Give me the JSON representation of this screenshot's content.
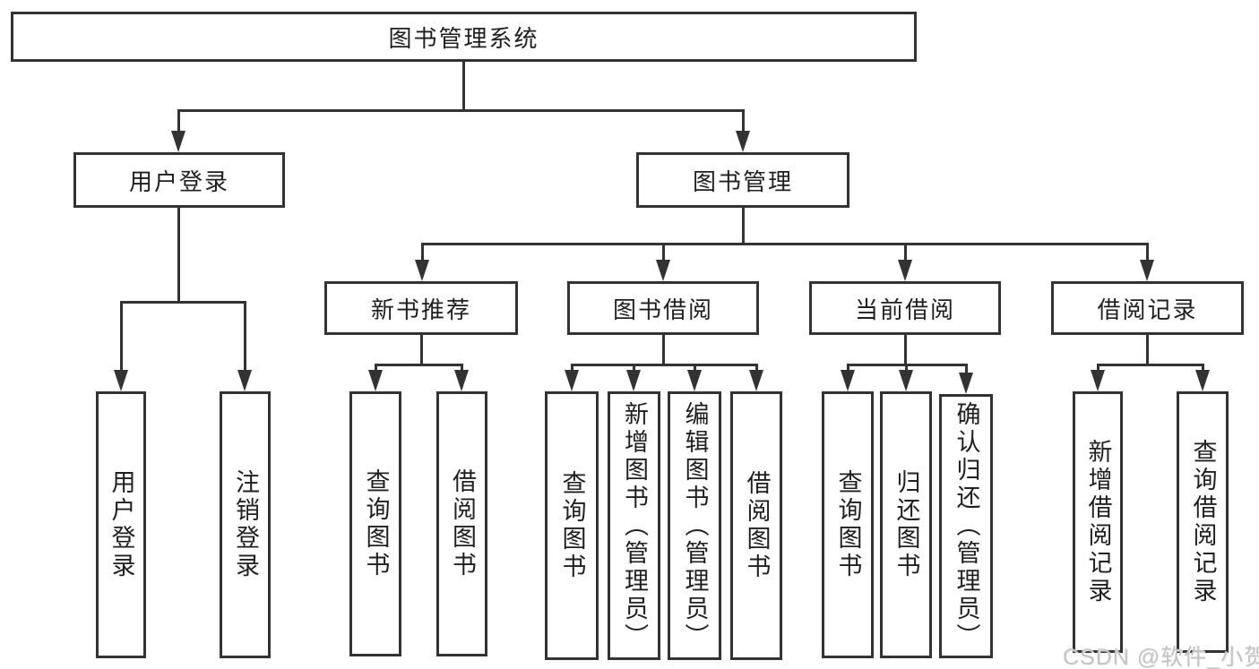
{
  "diagram": {
    "title": "图书管理系统",
    "root": {
      "label": "图书管理系统"
    },
    "level2": {
      "user_login": {
        "label": "用户登录"
      },
      "book_mgmt": {
        "label": "图书管理"
      }
    },
    "level3": {
      "new_book": {
        "label": "新书推荐"
      },
      "book_borrow": {
        "label": "图书借阅"
      },
      "current_borrow": {
        "label": "当前借阅"
      },
      "borrow_record": {
        "label": "借阅记录"
      }
    },
    "level4": {
      "user_login_1": {
        "label": "用户登录"
      },
      "user_login_2": {
        "label": "注销登录"
      },
      "new_book_1": {
        "label": "查询图书"
      },
      "new_book_2": {
        "label": "借阅图书"
      },
      "book_borrow_1": {
        "label": "查询图书"
      },
      "book_borrow_2": {
        "label": "新增图书（管理员）"
      },
      "book_borrow_3": {
        "label": "编辑图书（管理员）"
      },
      "book_borrow_4": {
        "label": "借阅图书"
      },
      "current_borrow_1": {
        "label": "查询图书"
      },
      "current_borrow_2": {
        "label": "归还图书"
      },
      "current_borrow_3": {
        "label": "确认归还（管理员）"
      },
      "borrow_record_1": {
        "label": "新增借阅记录"
      },
      "borrow_record_2": {
        "label": "查询借阅记录"
      }
    }
  },
  "watermark": {
    "text": "CSDN @软件_小贺同学",
    "color": "#c3c3c3"
  },
  "colors": {
    "line": "#333333",
    "box_border": "#333333",
    "box_background": "#ffffff",
    "text": "#1f1f1f",
    "page_background": "#ffffff"
  }
}
